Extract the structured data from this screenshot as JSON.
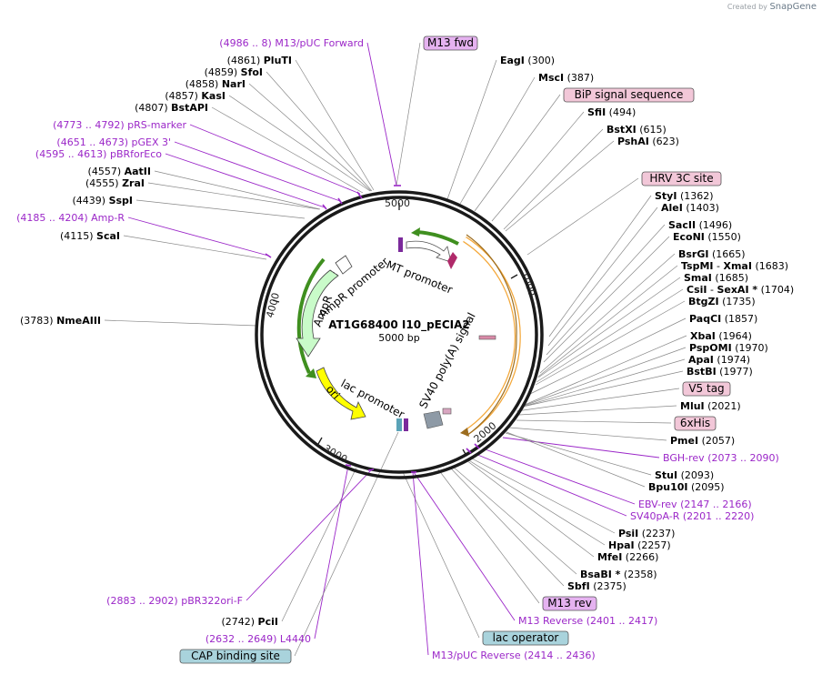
{
  "credit": {
    "prefix": "Created by",
    "brand": "SnapGene"
  },
  "plasmid": {
    "name": "AT1G68400 I10_pECIA2",
    "size": "5000 bp",
    "length": 5000
  },
  "ticks": [
    "1000",
    "2000",
    "3000",
    "4000",
    "5000"
  ],
  "features": [
    {
      "name": "MT promoter",
      "type": "promoter"
    },
    {
      "name": "SV40 poly(A) signal",
      "type": "polyA"
    },
    {
      "name": "lac promoter",
      "type": "promoter"
    },
    {
      "name": "AmpR promoter",
      "type": "promoter"
    },
    {
      "name": "AmpR",
      "type": "cds"
    },
    {
      "name": "ori",
      "type": "origin"
    }
  ],
  "sites": [
    {
      "pos": "(4986 .. 8)",
      "name": "M13/pUC Forward",
      "kind": "primer"
    },
    {
      "name": "M13 fwd",
      "kind": "boxpurple"
    },
    {
      "pos": "(4861)",
      "name": "PluTI",
      "kind": "enzyme"
    },
    {
      "pos": "(4859)",
      "name": "SfoI",
      "kind": "enzyme"
    },
    {
      "pos": "(4858)",
      "name": "NarI",
      "kind": "enzyme"
    },
    {
      "pos": "(4857)",
      "name": "KasI",
      "kind": "enzyme"
    },
    {
      "pos": "(4807)",
      "name": "BstAPI",
      "kind": "enzyme"
    },
    {
      "pos": "(4773 .. 4792)",
      "name": "pRS-marker",
      "kind": "primer"
    },
    {
      "pos": "(4651 .. 4673)",
      "name": "pGEX 3'",
      "kind": "primer"
    },
    {
      "pos": "(4595 .. 4613)",
      "name": "pBRforEco",
      "kind": "primer"
    },
    {
      "pos": "(4557)",
      "name": "AatII",
      "kind": "enzyme"
    },
    {
      "pos": "(4555)",
      "name": "ZraI",
      "kind": "enzyme"
    },
    {
      "pos": "(4439)",
      "name": "SspI",
      "kind": "enzyme"
    },
    {
      "pos": "(4185 .. 4204)",
      "name": "Amp-R",
      "kind": "primer"
    },
    {
      "pos": "(4115)",
      "name": "ScaI",
      "kind": "enzyme"
    },
    {
      "pos": "(3783)",
      "name": "NmeAIII",
      "kind": "enzyme"
    },
    {
      "name": "EagI",
      "pos": "(300)",
      "kind": "enzyme"
    },
    {
      "name": "MscI",
      "pos": "(387)",
      "kind": "enzyme"
    },
    {
      "name": "BiP signal sequence",
      "kind": "boxpink"
    },
    {
      "name": "SfiI",
      "pos": "(494)",
      "kind": "enzyme"
    },
    {
      "name": "BstXI",
      "pos": "(615)",
      "kind": "enzyme"
    },
    {
      "name": "PshAI",
      "pos": "(623)",
      "kind": "enzyme"
    },
    {
      "name": "HRV 3C site",
      "kind": "boxpink"
    },
    {
      "name": "StyI",
      "pos": "(1362)",
      "kind": "enzyme"
    },
    {
      "name": "AleI",
      "pos": "(1403)",
      "kind": "enzyme"
    },
    {
      "name": "SacII",
      "pos": "(1496)",
      "kind": "enzyme"
    },
    {
      "name": "EcoNI",
      "pos": "(1550)",
      "kind": "enzyme"
    },
    {
      "name": "BsrGI",
      "pos": "(1665)",
      "kind": "enzyme"
    },
    {
      "name": "TspMI",
      "name2": "XmaI",
      "pos": "(1683)",
      "kind": "enzyme"
    },
    {
      "name": "SmaI",
      "pos": "(1685)",
      "kind": "enzyme"
    },
    {
      "name": "CsiI",
      "name2": "SexAI *",
      "pos": "(1704)",
      "kind": "enzyme"
    },
    {
      "name": "BtgZI",
      "pos": "(1735)",
      "kind": "enzyme"
    },
    {
      "name": "PaqCI",
      "pos": "(1857)",
      "kind": "enzyme"
    },
    {
      "name": "XbaI",
      "pos": "(1964)",
      "kind": "enzyme"
    },
    {
      "name": "PspOMI",
      "pos": "(1970)",
      "kind": "enzyme"
    },
    {
      "name": "ApaI",
      "pos": "(1974)",
      "kind": "enzyme"
    },
    {
      "name": "BstBI",
      "pos": "(1977)",
      "kind": "enzyme"
    },
    {
      "name": "V5 tag",
      "kind": "boxpink"
    },
    {
      "name": "MluI",
      "pos": "(2021)",
      "kind": "enzyme"
    },
    {
      "name": "6xHis",
      "kind": "boxpink"
    },
    {
      "name": "PmeI",
      "pos": "(2057)",
      "kind": "enzyme"
    },
    {
      "name": "BGH-rev",
      "pos": "(2073 .. 2090)",
      "kind": "primer"
    },
    {
      "name": "StuI",
      "pos": "(2093)",
      "kind": "enzyme"
    },
    {
      "name": "Bpu10I",
      "pos": "(2095)",
      "kind": "enzyme"
    },
    {
      "name": "EBV-rev",
      "pos": "(2147 .. 2166)",
      "kind": "primer"
    },
    {
      "name": "SV40pA-R",
      "pos": "(2201 .. 2220)",
      "kind": "primer"
    },
    {
      "name": "PsiI",
      "pos": "(2237)",
      "kind": "enzyme"
    },
    {
      "name": "HpaI",
      "pos": "(2257)",
      "kind": "enzyme"
    },
    {
      "name": "MfeI",
      "pos": "(2266)",
      "kind": "enzyme"
    },
    {
      "name": "BsaBI *",
      "pos": "(2358)",
      "kind": "enzyme"
    },
    {
      "name": "SbfI",
      "pos": "(2375)",
      "kind": "enzyme"
    },
    {
      "name": "M13 rev",
      "kind": "boxpurple"
    },
    {
      "name": "M13 Reverse",
      "pos": "(2401 .. 2417)",
      "kind": "primer"
    },
    {
      "name": "lac operator",
      "kind": "boxblue"
    },
    {
      "name": "M13/pUC Reverse",
      "pos": "(2414 .. 2436)",
      "kind": "primer"
    },
    {
      "pos": "(2883 .. 2902)",
      "name": "pBR322ori-F",
      "kind": "primer"
    },
    {
      "pos": "(2742)",
      "name": "PciI",
      "kind": "enzyme"
    },
    {
      "pos": "(2632 .. 2649)",
      "name": "L4440",
      "kind": "primer"
    },
    {
      "name": "CAP binding site",
      "kind": "boxblue"
    }
  ],
  "colors": {
    "primer": "#9b27c8",
    "enzyme": "#000000",
    "pink_box": "#f2c7d8",
    "purple_box": "#e5b2f0",
    "blue_box": "#a9d3dc",
    "orange": "#f4a83a",
    "green": "#3f8f1f",
    "ampr_fill": "#c9fbc9",
    "ori_fill": "#ffff00"
  }
}
